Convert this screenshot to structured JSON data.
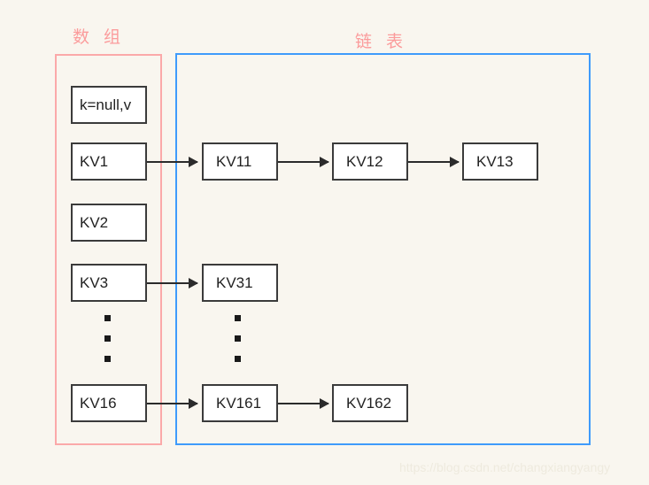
{
  "labels": {
    "array": "数 组",
    "linked_list": "链 表"
  },
  "colors": {
    "background": "#f9f6ef",
    "array_border": "#fba9a9",
    "linkedlist_border": "#3f9bfb",
    "label_text": "#fb9c9c",
    "node_border": "#3b3b3b",
    "node_fill": "#ffffff",
    "arrow": "#2b2b2b",
    "watermark": "#eeeade"
  },
  "array_cells": [
    {
      "label": "k=null,v",
      "has_chain": false
    },
    {
      "label": "KV1",
      "has_chain": true
    },
    {
      "label": "KV2",
      "has_chain": false
    },
    {
      "label": "KV3",
      "has_chain": true
    },
    {
      "label": "KV16",
      "has_chain": true
    }
  ],
  "chains": [
    {
      "row": "KV1",
      "nodes": [
        "KV11",
        "KV12",
        "KV13"
      ]
    },
    {
      "row": "KV3",
      "nodes": [
        "KV31"
      ]
    },
    {
      "row": "KV16",
      "nodes": [
        "KV161",
        "KV162"
      ]
    }
  ],
  "ellipsis": {
    "dot_count": 3,
    "columns": [
      "array",
      "linked_list"
    ]
  },
  "watermark": "https://blog.csdn.net/changxiangyangy"
}
